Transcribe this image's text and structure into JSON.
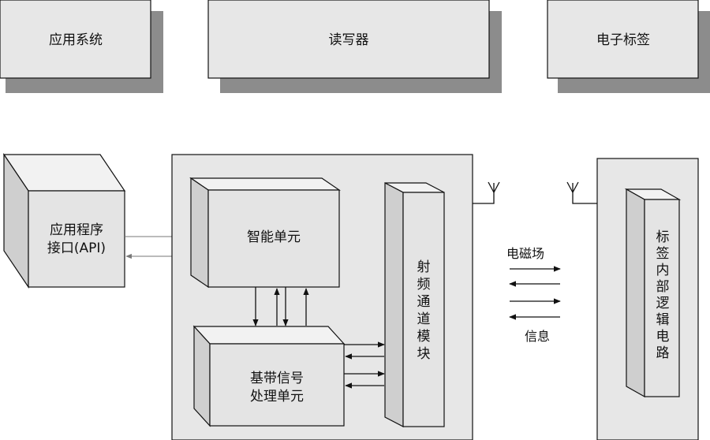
{
  "top_boxes": {
    "app_system": "应用系统",
    "reader": "读写器",
    "tag": "电子标签"
  },
  "api_block": {
    "line1": "应用程序",
    "line2": "接口(API)"
  },
  "smart_unit": "智能单元",
  "baseband_unit": {
    "line1": "基带信号",
    "line2": "处理单元"
  },
  "rf_module": [
    "射",
    "频",
    "通",
    "道",
    "模",
    "块"
  ],
  "tag_logic": [
    "标",
    "签",
    "内",
    "部",
    "逻",
    "辑",
    "电",
    "路"
  ],
  "field_label_top": "电磁场",
  "field_label_bottom": "信息"
}
